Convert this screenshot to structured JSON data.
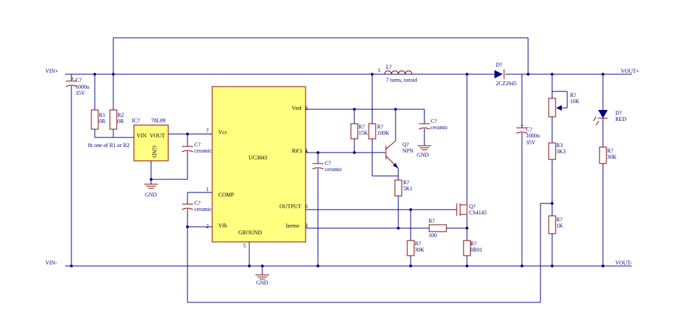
{
  "nets": {
    "vin_plus": "VIN+",
    "vin_minus": "VIN-",
    "vout_plus": "VOUT+",
    "vout_minus": "VOUT-",
    "gnd": "GND"
  },
  "ic_main": {
    "name": "UC3843",
    "pins": {
      "vcc": "Vcc",
      "vcc_num": "7",
      "comp": "COMP",
      "comp_num": "1",
      "vfb": "Vfb",
      "vfb_num": "2",
      "vref": "Vref",
      "vref_num": "8",
      "rtct": "RtCt",
      "rtct_num": "4",
      "output": "OUTPUT",
      "output_num": "6",
      "isense": "Isense",
      "isense_num": "3",
      "ground": "GROUND",
      "ground_num": "5"
    }
  },
  "regulator": {
    "designator": "IC?",
    "value": "78L09",
    "vin": "VIN",
    "vout": "VOUT",
    "gnd_text": "GND",
    "note": "fit one of R1 or R2"
  },
  "components": {
    "r1": {
      "des": "R1",
      "val": "0R"
    },
    "r2": {
      "des": "R2",
      "val": "0R"
    },
    "c_in": {
      "des": "C?",
      "val": "1000u",
      "val2": "35V"
    },
    "c_vcc": {
      "des": "C?",
      "val": "ceramic"
    },
    "c_comp": {
      "des": "C?",
      "val": "ceramic"
    },
    "c_rtct": {
      "des": "C?",
      "val": "ceramic"
    },
    "c_vref": {
      "des": "C?",
      "val": "ceramic"
    },
    "r_15k": {
      "des": "R?",
      "val": "15K"
    },
    "r_100k": {
      "des": "R?",
      "val": "100K"
    },
    "q_npn": {
      "des": "Q?",
      "val": "NPN"
    },
    "r_5k1": {
      "des": "R?",
      "val": "5K1"
    },
    "l1": {
      "des": "L?",
      "val": "7 turns, toroid",
      "pin": "1"
    },
    "q_fet": {
      "des": "Q?",
      "val": "CS4145"
    },
    "r_100": {
      "des": "R?",
      "val": "100"
    },
    "r_30k_gate": {
      "des": "R?",
      "val": "30K"
    },
    "r_0r01": {
      "des": "R?",
      "val": "0R01"
    },
    "d_out": {
      "des": "D?",
      "val": "2CZ2045"
    },
    "c_out": {
      "des": "C?",
      "val": "1000u",
      "val2": "35V"
    },
    "r_pot": {
      "des": "R?",
      "val": "10K"
    },
    "r3": {
      "des": "R3",
      "val": "3K3"
    },
    "r_1k": {
      "des": "R?",
      "val": "1K"
    },
    "d_led": {
      "des": "D?",
      "val": "RED"
    },
    "r_30k_led": {
      "des": "R?",
      "val": "30K"
    }
  },
  "colors": {
    "wire": "#000080",
    "part": "#800000",
    "ic_fill": "#ffff80"
  }
}
